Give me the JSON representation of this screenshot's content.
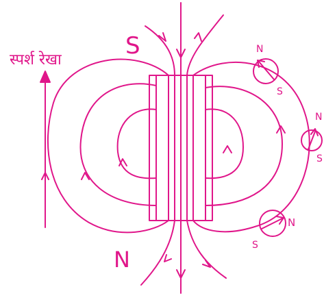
{
  "labels": {
    "tangent": "स्पर्श रेखा",
    "top_pole": "S",
    "bottom_pole": "N"
  },
  "compasses": [
    {
      "north": "N",
      "south": "S"
    },
    {
      "north": "N",
      "south": "S"
    },
    {
      "north": "N",
      "south": "S"
    }
  ],
  "colors": {
    "ink": "#e0168a",
    "background": "#ffffff"
  }
}
